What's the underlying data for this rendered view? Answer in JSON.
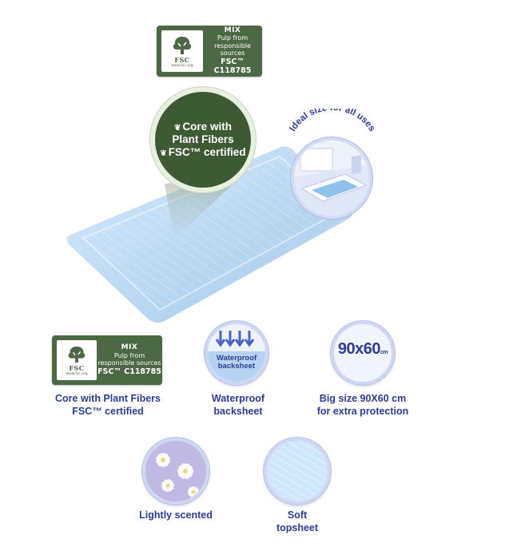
{
  "top_fsc_badge": {
    "mix": "MIX",
    "pulp_line1": "Pulp from",
    "pulp_line2": "responsible sources",
    "code": "FSC™ C118785",
    "tree_label": "FSC",
    "url": "www.fsc.org"
  },
  "callout": {
    "line1": "Core with",
    "line2": "Plant Fibers",
    "line3": "FSC™ certified"
  },
  "ideal_size": {
    "label": "Ideal size for all uses"
  },
  "features": [
    {
      "caption_line1": "Core with Plant Fibers",
      "caption_line2": "FSC™ certified",
      "badge": {
        "mix": "MIX",
        "pulp_line1": "Pulp from",
        "pulp_line2": "responsible sources",
        "code": "FSC™ C118785",
        "tree_label": "FSC",
        "url": "www.fsc.org"
      }
    },
    {
      "caption_line1": "Waterproof",
      "caption_line2": "backsheet",
      "icon_label_line1": "Waterproof",
      "icon_label_line2": "backsheet"
    },
    {
      "caption_line1": "Big size 90X60 cm",
      "caption_line2": "for extra protection",
      "icon_size": "90x60",
      "icon_unit": "cm"
    },
    {
      "caption_line1": "Lightly scented"
    },
    {
      "caption_line1": "Soft",
      "caption_line2": "topsheet"
    }
  ],
  "colors": {
    "fsc_green": "#4d6845",
    "callout_green": "#3e5a35",
    "caption_blue": "#2e3c94",
    "pad_blue": "#bcd9f3"
  }
}
